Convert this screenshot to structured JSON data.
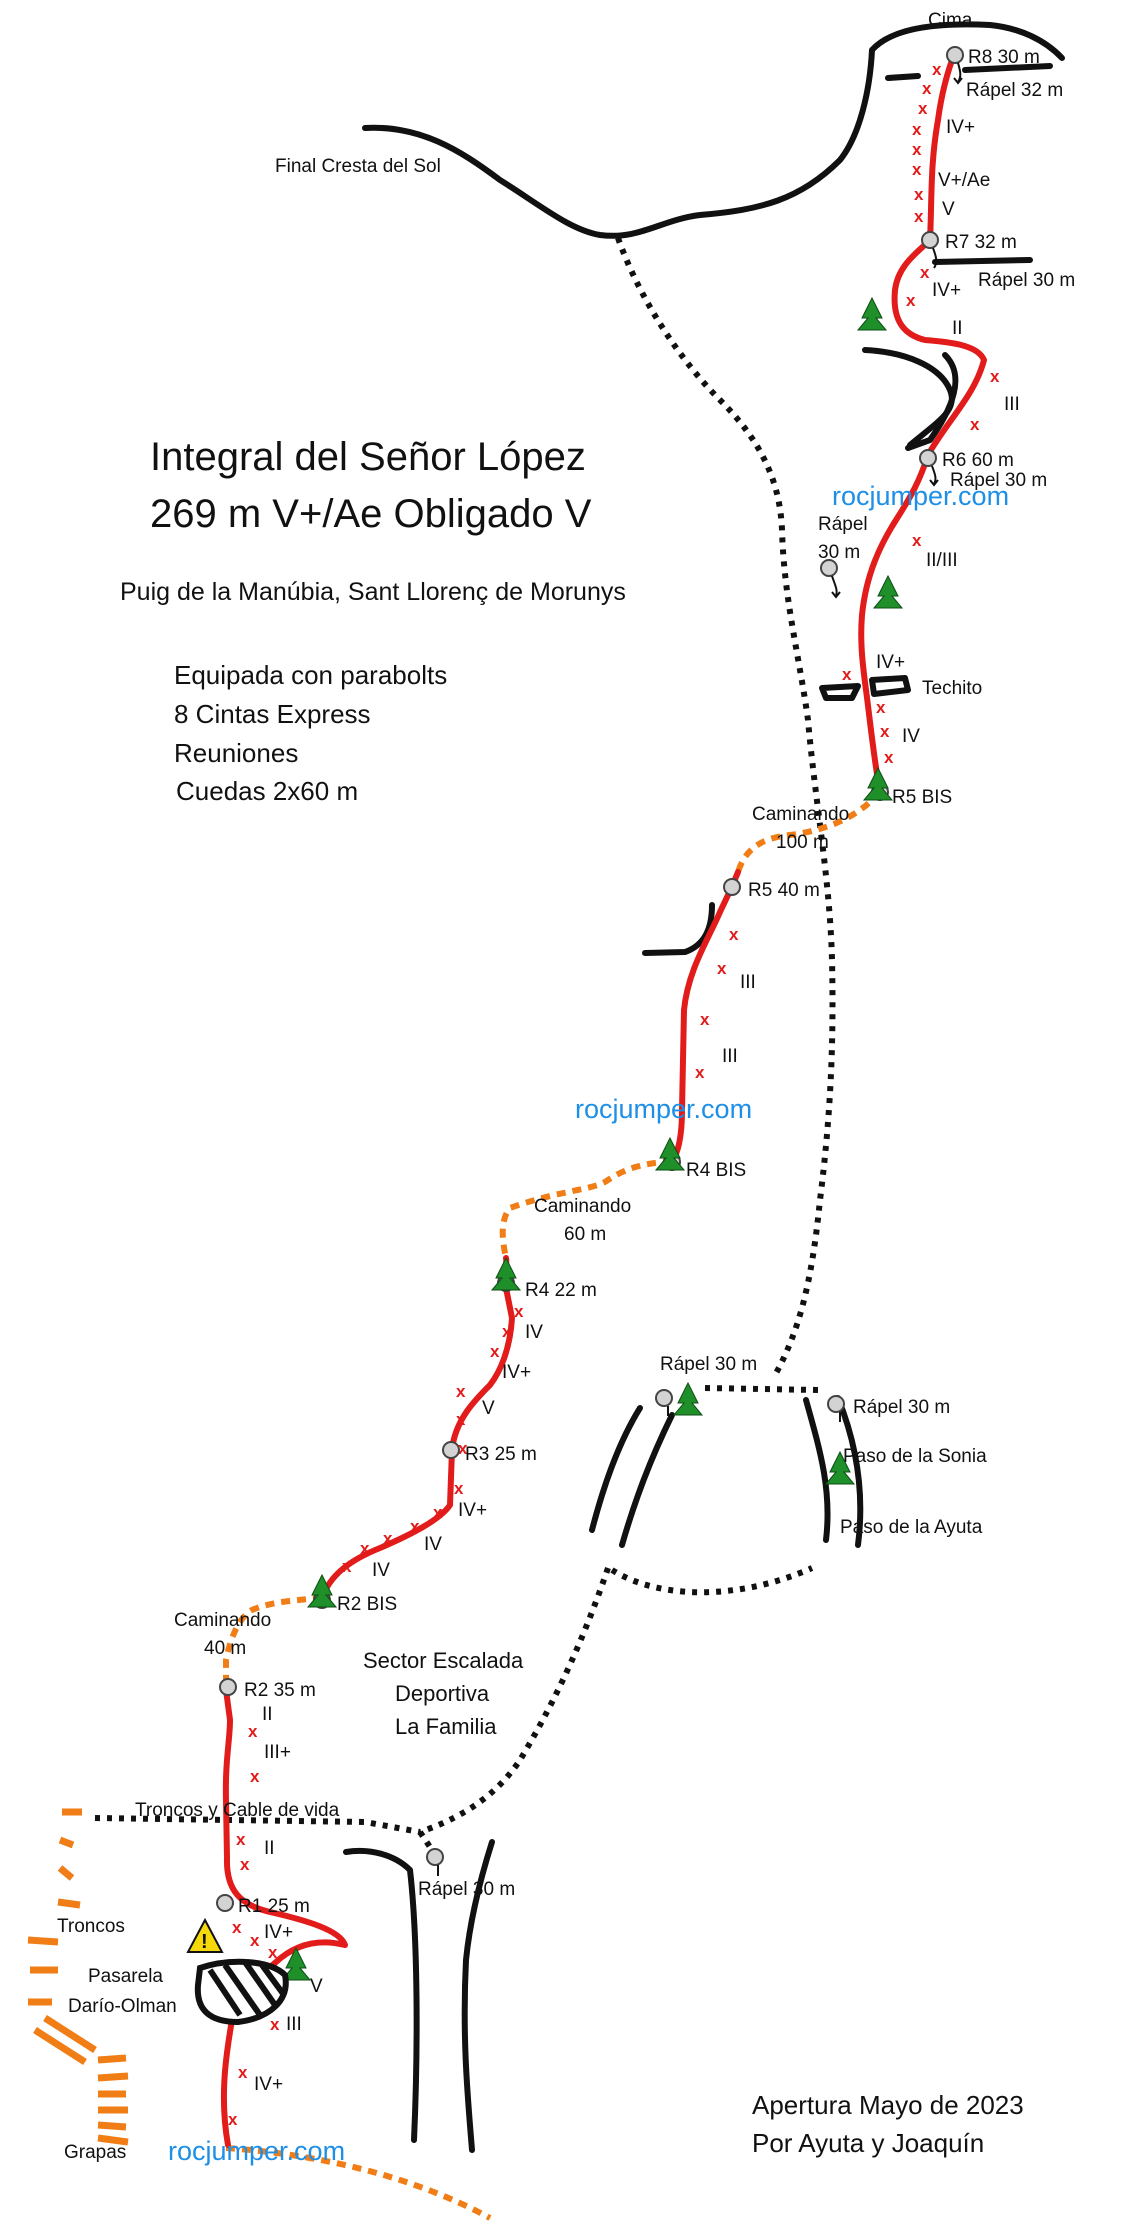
{
  "title": {
    "line1": "Integral del Señor López",
    "line2": "269 m V+/Ae Obligado V",
    "location": "Puig de la Manúbia, Sant Llorenç de Morunys"
  },
  "equipment": [
    "Equipada con parabolts",
    "8 Cintas Express",
    "Reuniones",
    "Cuedas 2x60 m"
  ],
  "credits": [
    "Apertura Mayo de 2023",
    "Por Ayuta y Joaquín"
  ],
  "watermark": "rocjumper.com",
  "belays": {
    "r8": "R8 30 m",
    "r7": "R7 32 m",
    "r6": "R6 60 m",
    "r5bis": "R5 BIS",
    "r5": "R5 40 m",
    "r4bis": "R4 BIS",
    "r4": "R4 22 m",
    "r3": "R3 25 m",
    "r2bis": "R2 BIS",
    "r2": "R2 35 m",
    "r1": "R1 25 m"
  },
  "rappels": {
    "r8": "Rápel 32 m",
    "r7": "Rápel 30 m",
    "r6": "Rápel 30 m",
    "side_line1": "Rápel",
    "side_line2": "30 m",
    "mid_left": "Rápel 30 m",
    "mid_right": "Rápel 30 m",
    "low": "Rápel 30 m"
  },
  "grades": {
    "p8a": "IV+",
    "p8b": "V+/Ae",
    "p8c": "V",
    "p7a": "IV+",
    "p7b": "II",
    "p7c": "III",
    "p6a": "II/III",
    "p6b": "IV+",
    "p6c": "IV",
    "p5a": "III",
    "p5b": "III",
    "p4a": "IV",
    "p4b": "IV+",
    "p4c": "V",
    "p3a": "IV+",
    "p3b": "IV",
    "p3c": "IV",
    "p2a": "II",
    "p2b": "III+",
    "p2c": "II",
    "p1a": "IV+",
    "p1b": "V",
    "p1c": "III",
    "p1d": "IV+"
  },
  "places": {
    "cima": "Cima",
    "final_cresta": "Final Cresta del Sol",
    "techito": "Techito",
    "walk100_l1": "Caminando",
    "walk100_l2": "100 m",
    "walk60_l1": "Caminando",
    "walk60_l2": "60 m",
    "walk40_l1": "Caminando",
    "walk40_l2": "40 m",
    "paso_sonia": "Paso de la Sonia",
    "paso_ayuta": "Paso de la Ayuta",
    "sector_l1": "Sector Escalada",
    "sector_l2": "Deportiva",
    "sector_l3": "La Familia",
    "troncos_cable": "Troncos y Cable de vida",
    "troncos": "Troncos",
    "pasarela_l1": "Pasarela",
    "pasarela_l2": "Darío-Olman",
    "grapas": "Grapas"
  },
  "bolt_symbol": "x",
  "warning_symbol": "!",
  "colors": {
    "route": "#e21b1b",
    "approach": "#f07d16",
    "watermark": "#1e8fe6",
    "tree": "#1f8f2a",
    "warning": "#f5d90a"
  }
}
